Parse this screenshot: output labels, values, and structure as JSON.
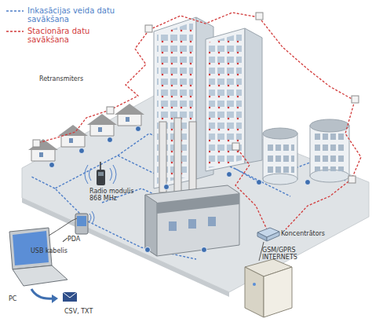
{
  "diagram": {
    "nodes": [
      {
        "text": [
          "Radio modulis 868 MHz"
        ]
      },
      {
        "text": [
          "PDA"
        ]
      },
      {
        "text": [
          "PC"
        ]
      },
      {
        "text": [
          "Koncentrātors"
        ]
      }
    ],
    "edges": [
      {
        "from": 1,
        "to": 2,
        "label": "USB kabelis",
        "arrow": "none"
      }
    ],
    "labels": [
      "Retransmiters",
      "GSM/GPRS INTERNETS",
      "CSV, TXT"
    ],
    "legend": [
      {
        "text": "Inkasācijas veida datu savākšana"
      },
      {
        "text": "Stacionāra datu savākšana"
      }
    ]
  }
}
